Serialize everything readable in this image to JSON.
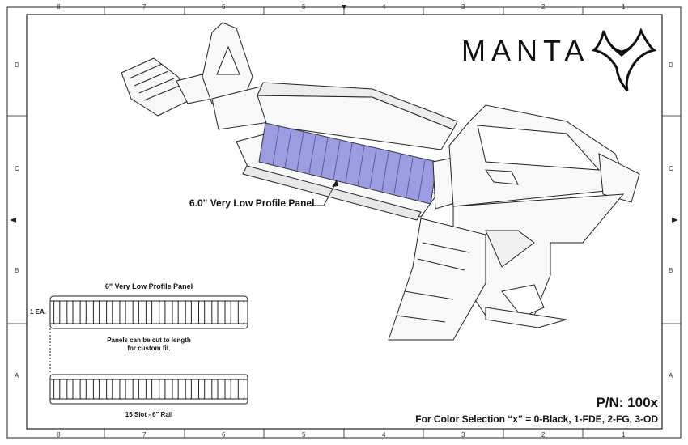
{
  "brand": {
    "name": "MANTA",
    "logo_icon": "manta-ray-logo-icon"
  },
  "zones": {
    "columns": [
      "8",
      "7",
      "6",
      "5",
      "4",
      "3",
      "2",
      "1"
    ],
    "rows": [
      "D",
      "C",
      "B",
      "A"
    ]
  },
  "callout": {
    "label": "6.0\" Very Low Profile Panel"
  },
  "detail": {
    "panel_title": "6\" Very Low Profile Panel",
    "quantity": "1 EA.",
    "cut_note_line1": "Panels can be cut to length",
    "cut_note_line2": "for custom fit.",
    "rail_label": "15 Slot - 6\" Rail",
    "slot_count": 15
  },
  "footer": {
    "part_number": "P/N: 100x",
    "color_selection": "For Color Selection “x” = 0-Black, 1-FDE, 2-FG, 3-OD"
  },
  "colors": {
    "panel_highlight": "#9c9ce0",
    "line": "#222222",
    "body_fill": "#f7f7f7"
  }
}
